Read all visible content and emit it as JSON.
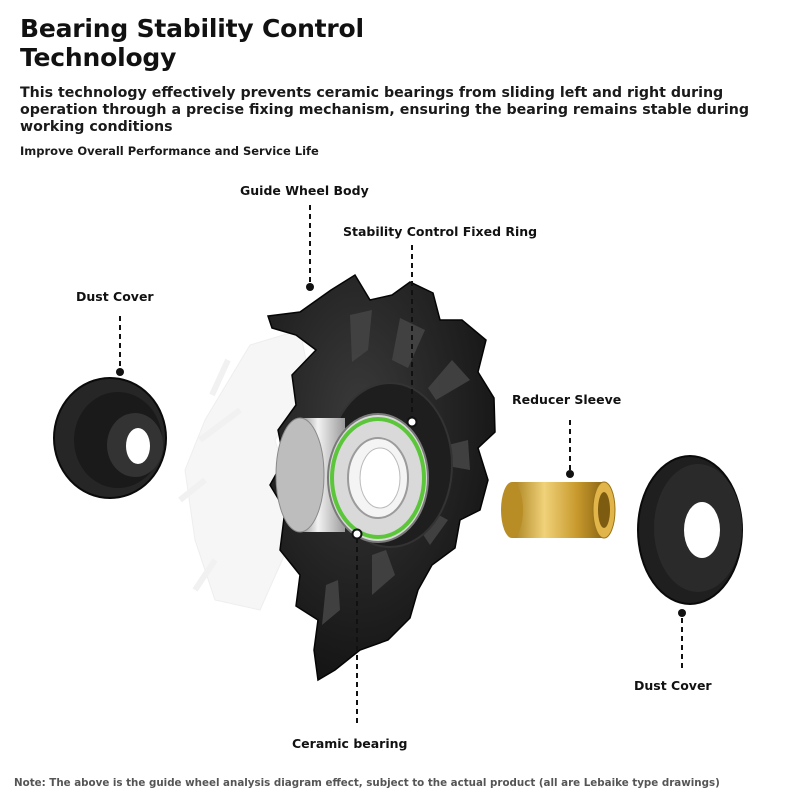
{
  "header": {
    "title_line1": "Bearing Stability Control",
    "title_line2": "Technology",
    "description": "This technology effectively prevents ceramic bearings from sliding left and right during operation through a precise fixing mechanism, ensuring the bearing remains stable during working conditions",
    "subtitle": "Improve Overall Performance and Service Life"
  },
  "labels": {
    "guide_wheel_body": "Guide Wheel Body",
    "stability_ring": "Stability Control Fixed Ring",
    "dust_cover_left": "Dust Cover",
    "reducer_sleeve": "Reducer Sleeve",
    "dust_cover_right": "Dust Cover",
    "ceramic_bearing": "Ceramic bearing"
  },
  "footer": {
    "note": "Note: The above is the guide wheel analysis diagram effect, subject to the actual product (all are Lebaike type drawings)"
  },
  "colors": {
    "accent_ring": "#5cc63a",
    "sleeve_gold": "#c9a23a",
    "part_black": "#1b1b1b"
  }
}
